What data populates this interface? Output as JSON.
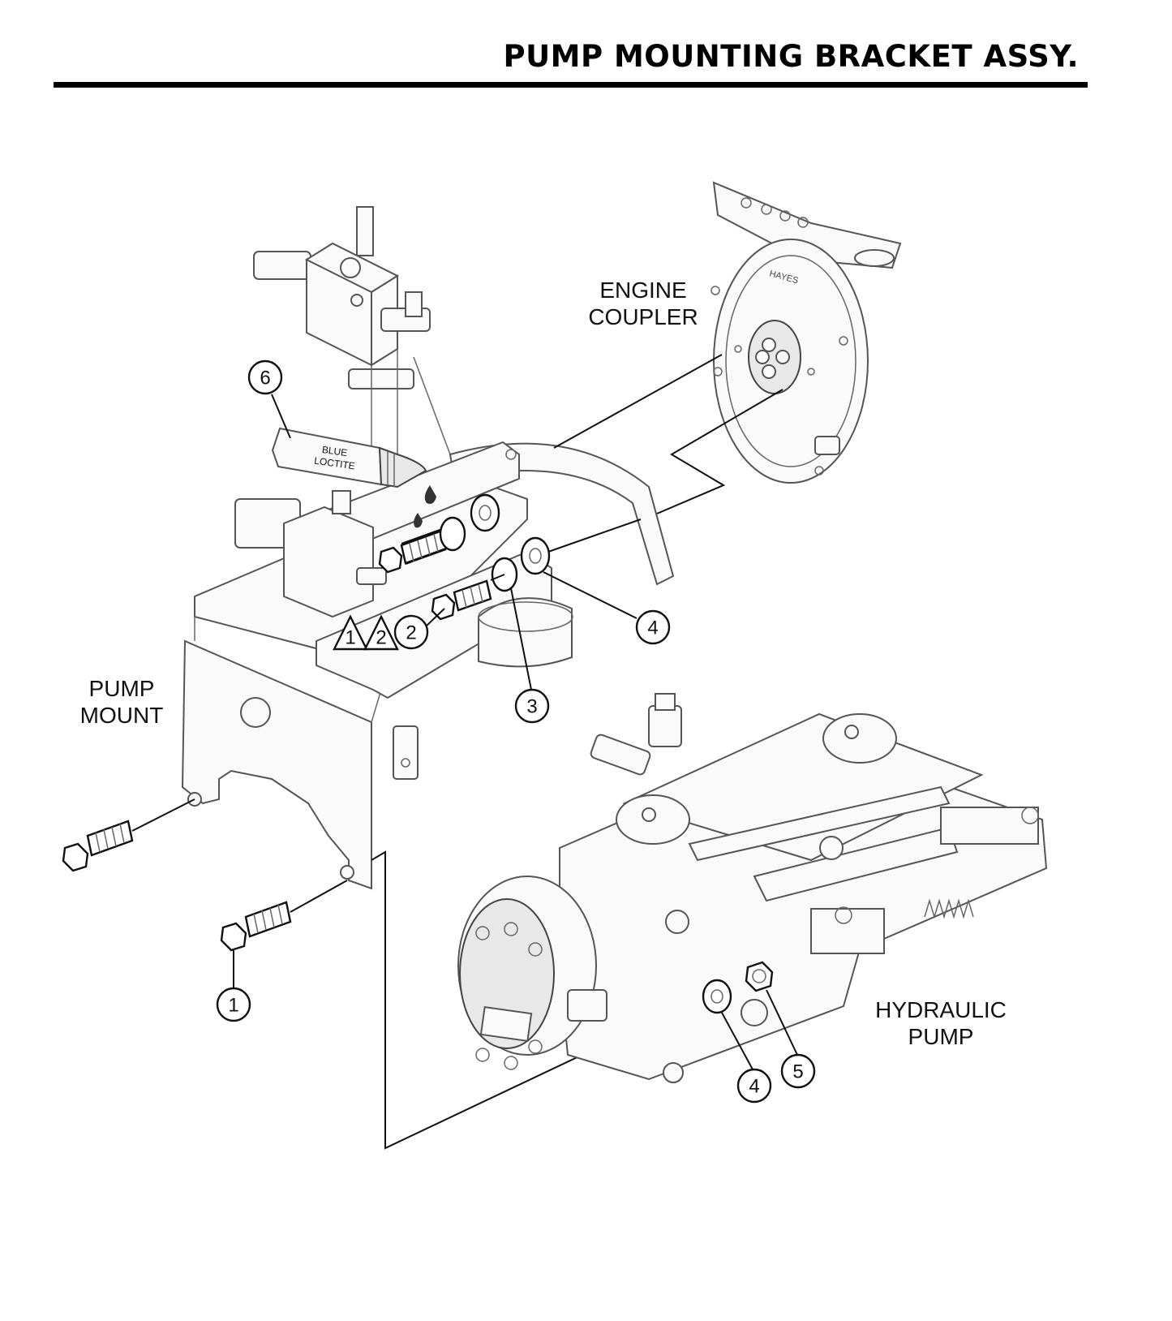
{
  "title": "PUMP MOUNTING BRACKET ASSY.",
  "labels": {
    "engine_coupler": [
      "ENGINE",
      "COUPLER"
    ],
    "pump_mount": [
      "PUMP",
      "MOUNT"
    ],
    "hydraulic_pump": [
      "HYDRAULIC",
      "PUMP"
    ],
    "loctite": [
      "BLUE",
      "LOCTITE"
    ],
    "coupler_brand": "HAYES"
  },
  "callouts": [
    "1",
    "2",
    "3",
    "4",
    "4",
    "5",
    "6"
  ],
  "notes": [
    "1",
    "2"
  ]
}
